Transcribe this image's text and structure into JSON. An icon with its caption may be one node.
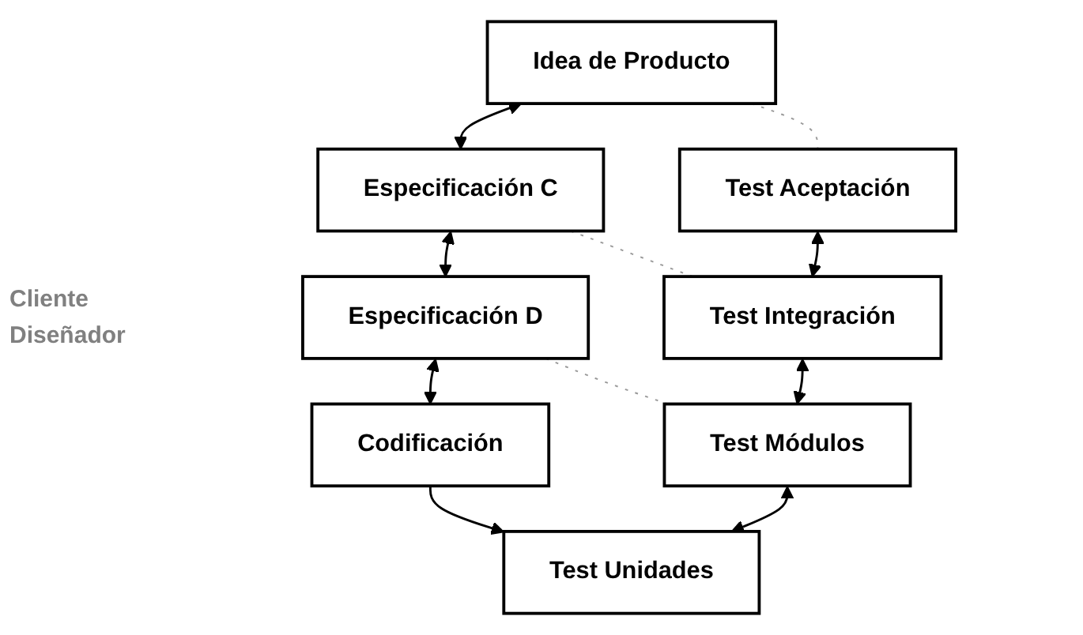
{
  "diagram": {
    "nodes": [
      {
        "text": [
          "Idea de Producto"
        ]
      },
      {
        "text": [
          "Test Aceptación"
        ]
      },
      {
        "text": [
          "Especificación C"
        ]
      },
      {
        "text": [
          "Test Integración"
        ]
      },
      {
        "text": [
          "Especificación D"
        ]
      },
      {
        "text": [
          "Test Módulos"
        ]
      },
      {
        "text": [
          "Codificación"
        ]
      },
      {
        "text": [
          "Test Unidades"
        ]
      }
    ],
    "edges": [
      {
        "from": 0,
        "to": 2,
        "arrow": "both"
      },
      {
        "from": 2,
        "to": 4,
        "arrow": "both"
      },
      {
        "from": 4,
        "to": 6,
        "arrow": "both"
      },
      {
        "from": 6,
        "to": 7,
        "arrow": "to"
      },
      {
        "from": 5,
        "to": 7,
        "arrow": "both"
      },
      {
        "from": 3,
        "to": 5,
        "arrow": "both"
      },
      {
        "from": 1,
        "to": 3,
        "arrow": "both"
      },
      {
        "from": 0,
        "to": 1,
        "arrow": "none",
        "style": "dashed",
        "color": "#999999"
      },
      {
        "from": 2,
        "to": 3,
        "arrow": "none",
        "style": "dashed",
        "color": "#999999"
      },
      {
        "from": 4,
        "to": 5,
        "arrow": "none",
        "style": "dashed",
        "color": "#999999"
      }
    ],
    "labels": [
      "Cliente",
      "Diseñador"
    ]
  }
}
